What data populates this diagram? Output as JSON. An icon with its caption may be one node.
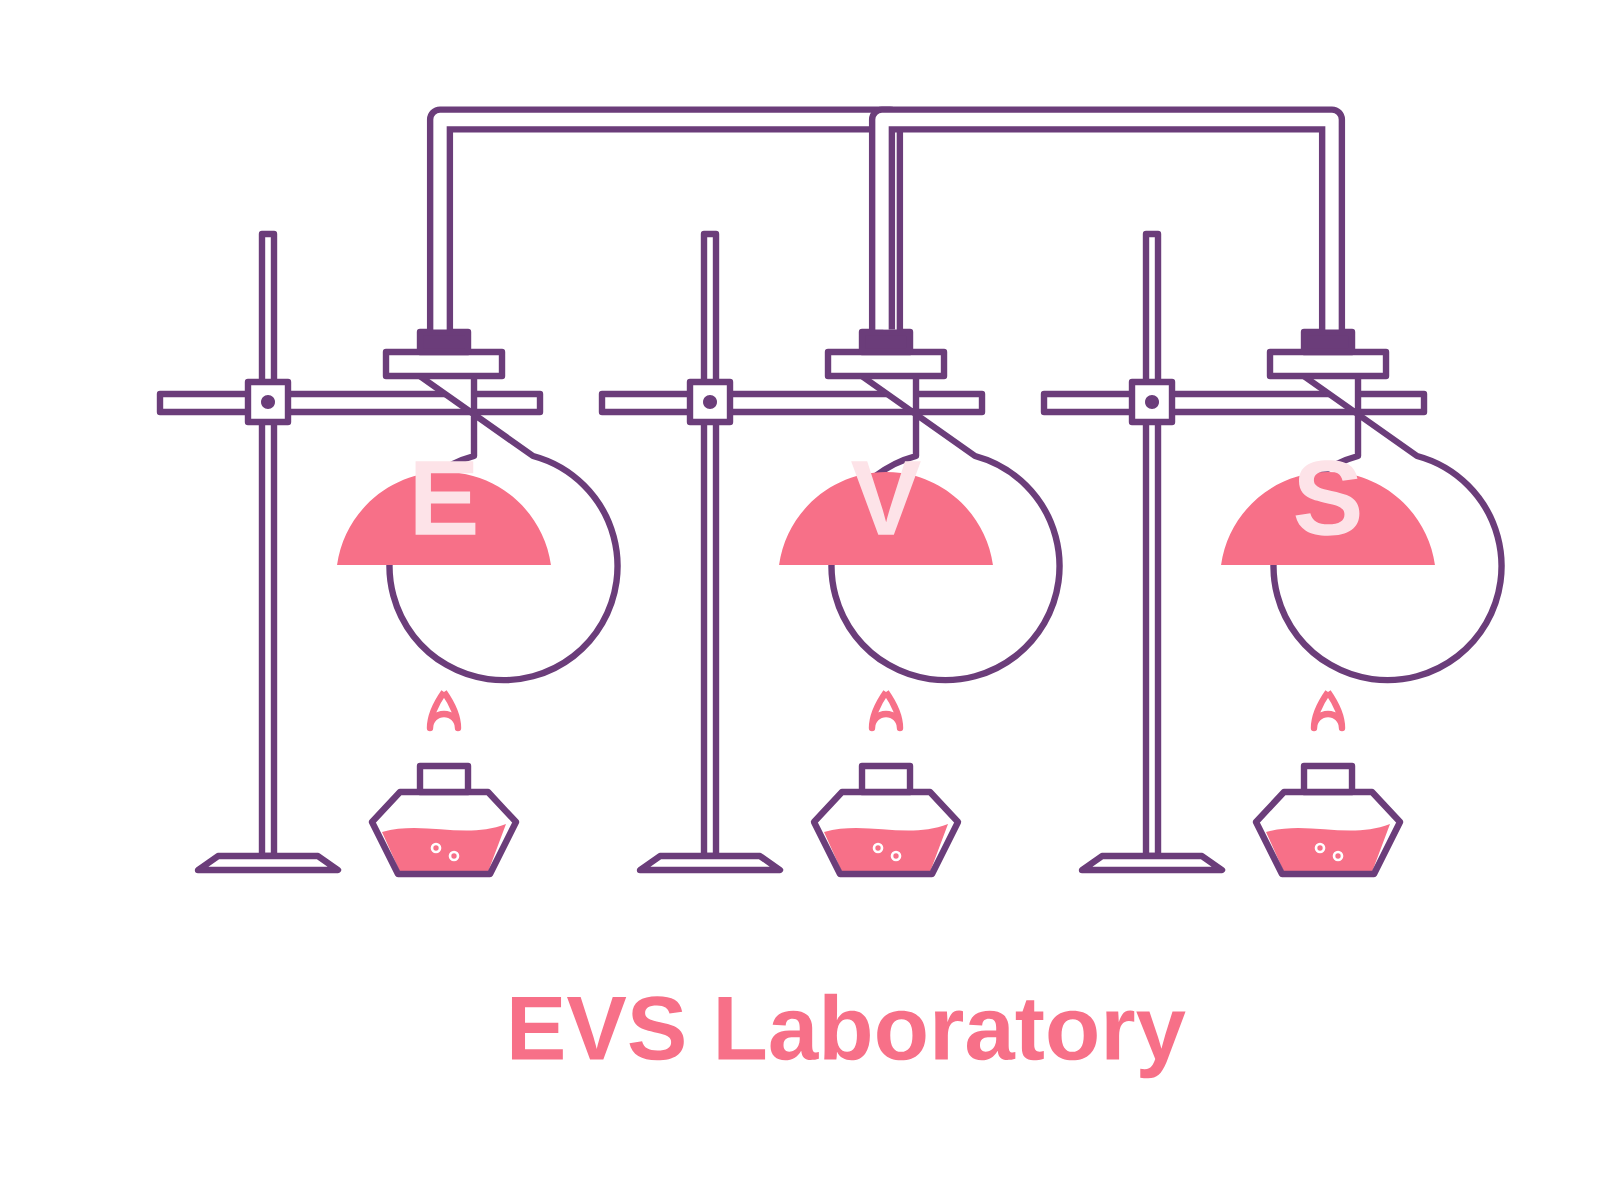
{
  "diagram": {
    "title": "EVS Laboratory",
    "nodes": [
      {
        "text": [
          "E"
        ]
      },
      {
        "text": [
          "V"
        ]
      },
      {
        "text": [
          "S"
        ]
      }
    ],
    "edges": [
      {
        "from": 0,
        "to": 1,
        "arrow": "none"
      },
      {
        "from": 1,
        "to": 2,
        "arrow": "none"
      }
    ]
  }
}
